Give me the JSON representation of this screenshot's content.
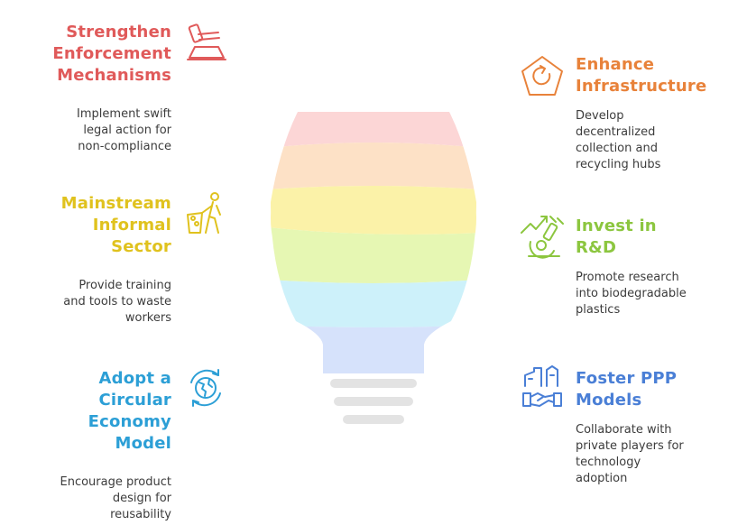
{
  "items": [
    {
      "title": "Strengthen\nEnforcement\nMechanisms",
      "desc": "Implement swift\nlegal action for\nnon-compliance",
      "color": "#e05a5a",
      "icon": "gavel-icon"
    },
    {
      "title": "Mainstream\nInformal\nSector",
      "desc": "Provide training\nand tools to waste\nworkers",
      "color": "#e0c21e",
      "icon": "waste-worker-icon"
    },
    {
      "title": "Adopt a\nCircular\nEconomy\nModel",
      "desc": "Encourage product\ndesign for\nreusability",
      "color": "#2c9fd6",
      "icon": "recycle-globe-icon"
    },
    {
      "title": "Enhance\nInfrastructure",
      "desc": "Develop\ndecentralized\ncollection and\nrecycling hubs",
      "color": "#e8823a",
      "icon": "pentagon-cycle-icon"
    },
    {
      "title": "Invest in\nR&D",
      "desc": "Promote research\ninto biodegradable\nplastics",
      "color": "#8cc63f",
      "icon": "microscope-icon"
    },
    {
      "title": "Foster PPP\nModels",
      "desc": "Collaborate with\nprivate players for\ntechnology\nadoption",
      "color": "#4a7fd6",
      "icon": "handshake-factory-icon"
    }
  ],
  "bulb_colors": [
    "#fcd6d6",
    "#fde1c6",
    "#fbf2a8",
    "#e6f7b3",
    "#cdf1fa",
    "#d6e2fb"
  ],
  "base_color": "#e3e3e3"
}
